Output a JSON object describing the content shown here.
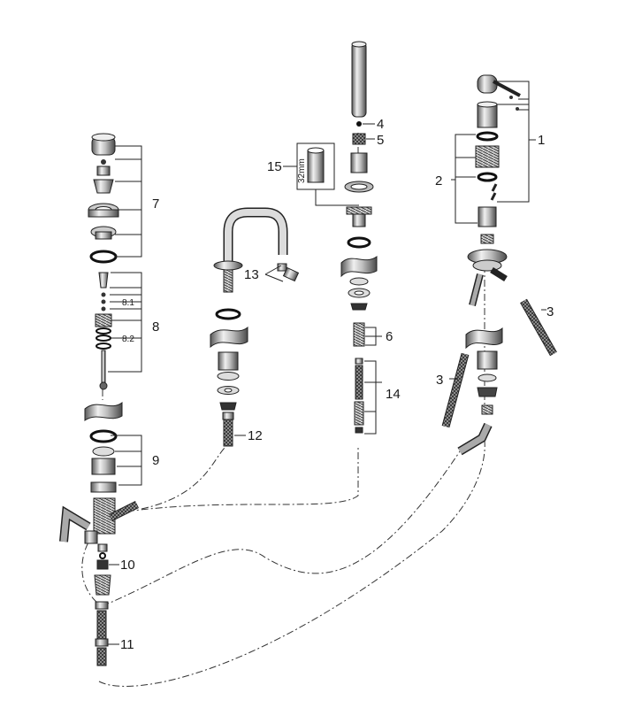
{
  "diagram": {
    "callouts": [
      {
        "label": "1"
      },
      {
        "label": "2"
      },
      {
        "label": "3"
      },
      {
        "label": "3"
      },
      {
        "label": "4"
      },
      {
        "label": "5"
      },
      {
        "label": "6"
      },
      {
        "label": "7"
      },
      {
        "label": "8"
      },
      {
        "label": "8.1"
      },
      {
        "label": "8.2"
      },
      {
        "label": "9"
      },
      {
        "label": "10"
      },
      {
        "label": "11"
      },
      {
        "label": "12"
      },
      {
        "label": "13"
      },
      {
        "label": "14"
      },
      {
        "label": "15"
      }
    ],
    "dimension_label": "32mm"
  }
}
